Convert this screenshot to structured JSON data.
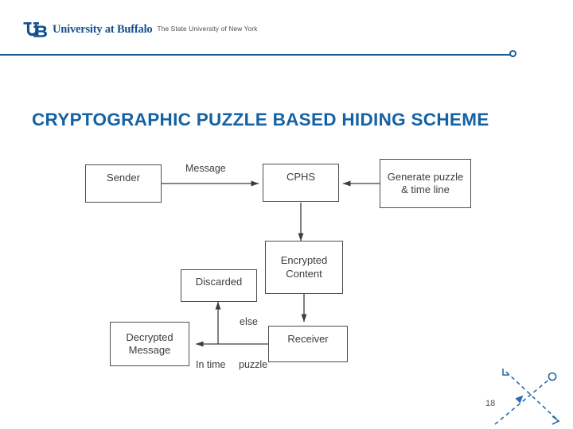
{
  "slide": {
    "title": "CRYPTOGRAPHIC PUZZLE BASED HIDING SCHEME",
    "page_number": "18",
    "accent_color": "#1461A4",
    "rule_color": "#225D90"
  },
  "header": {
    "logo_icon": "ub-monogram-icon",
    "wordmark": "University at Buffalo",
    "tagline": "The State University of New York"
  },
  "diagram": {
    "boxes": [
      {
        "id": "sender",
        "label": "Sender"
      },
      {
        "id": "cphs",
        "label": "CPHS"
      },
      {
        "id": "generate-puzzle",
        "line1": "Generate puzzle",
        "line2": "& time line"
      },
      {
        "id": "encrypted-content",
        "line1": "Encrypted",
        "line2": "Content"
      },
      {
        "id": "discarded",
        "label": "Discarded"
      },
      {
        "id": "receiver",
        "label": "Receiver"
      },
      {
        "id": "decrypted-message",
        "line1": "Decrypted",
        "line2": "Message"
      }
    ],
    "edge_labels": [
      {
        "id": "message",
        "text": "Message"
      },
      {
        "id": "else",
        "text": "else"
      },
      {
        "id": "in-time",
        "text": "In time"
      },
      {
        "id": "puzzle",
        "text": "puzzle"
      }
    ]
  }
}
